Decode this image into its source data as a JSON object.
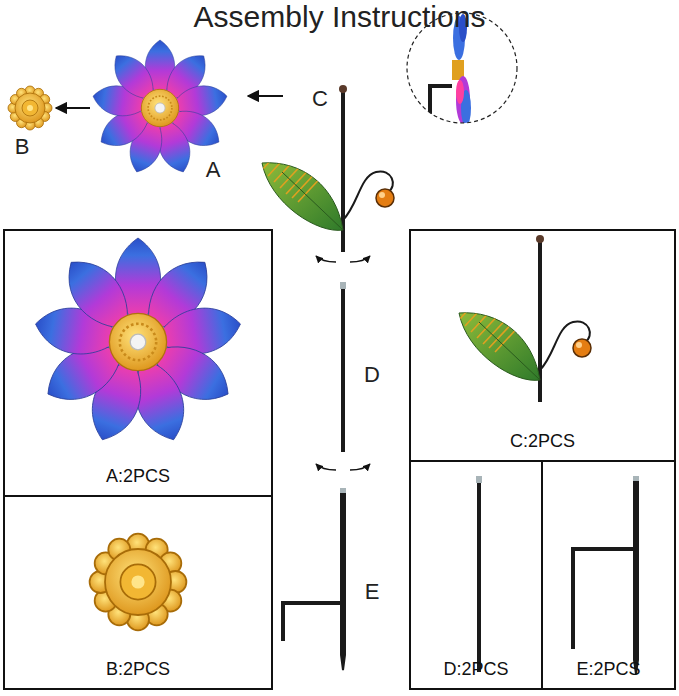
{
  "diagram": {
    "title": "Assembly Instructions",
    "nodes": [
      {
        "text": [
          "A:2PCS"
        ]
      },
      {
        "text": [
          "B:2PCS"
        ]
      },
      {
        "text": [
          "C:2PCS"
        ]
      },
      {
        "text": [
          "D:2PCS"
        ]
      },
      {
        "text": [
          "E:2PCS"
        ]
      }
    ],
    "labels": [
      "B",
      "A",
      "C",
      "D",
      "E"
    ]
  }
}
